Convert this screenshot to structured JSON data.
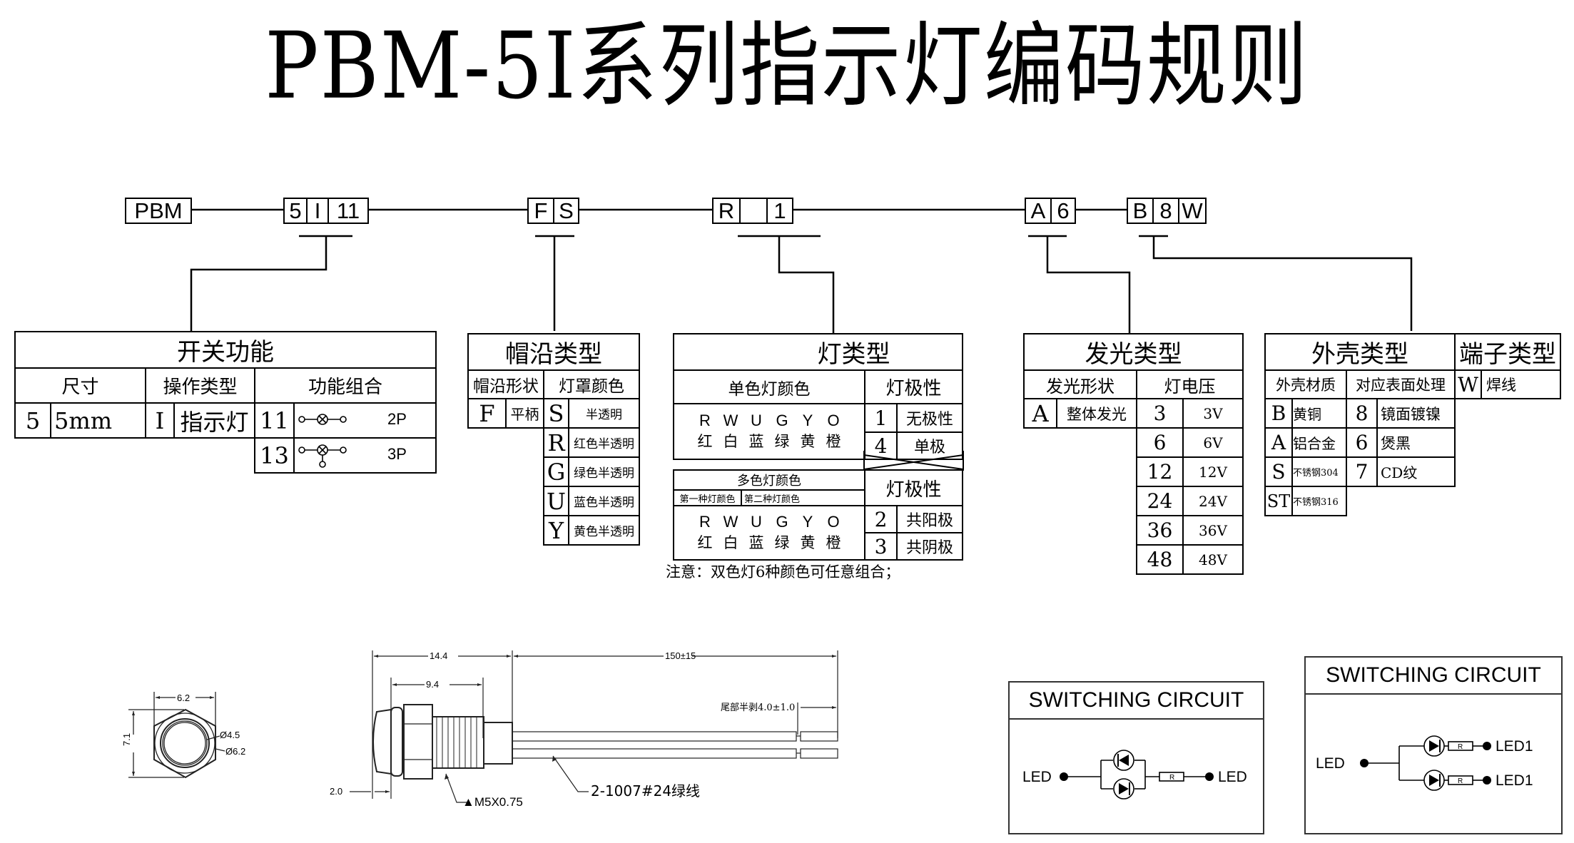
{
  "title": "PBM-5I系列指示灯编码规则",
  "code_row": {
    "groups": [
      {
        "name": "prefix",
        "cells": [
          "PBM"
        ]
      },
      {
        "name": "switch-function",
        "cells": [
          "5",
          "I",
          "11"
        ]
      },
      {
        "name": "cap-type",
        "cells": [
          "F",
          "S"
        ]
      },
      {
        "name": "lamp-type",
        "cells": [
          "R",
          "",
          "1"
        ]
      },
      {
        "name": "light-type",
        "cells": [
          "A",
          "6"
        ]
      },
      {
        "name": "housing-terminal",
        "cells": [
          "B",
          "8",
          "W"
        ]
      }
    ]
  },
  "switch_function": {
    "title": "开关功能",
    "headers": [
      "尺寸",
      "操作类型",
      "功能组合"
    ],
    "size": {
      "code": "5",
      "label": "5mm"
    },
    "operation": {
      "code": "I",
      "label": "指示灯"
    },
    "combos": [
      {
        "code": "11",
        "poles": "2P",
        "symbol": "lamp-2-terminal"
      },
      {
        "code": "13",
        "poles": "3P",
        "symbol": "lamp-3-terminal"
      }
    ]
  },
  "cap_type": {
    "title": "帽沿类型",
    "headers": [
      "帽沿形状",
      "灯罩颜色"
    ],
    "shape": {
      "code": "F",
      "label": "平柄"
    },
    "colors": [
      {
        "code": "S",
        "label": "半透明"
      },
      {
        "code": "R",
        "label": "红色半透明"
      },
      {
        "code": "G",
        "label": "绿色半透明"
      },
      {
        "code": "U",
        "label": "蓝色半透明"
      },
      {
        "code": "Y",
        "label": "黄色半透明"
      }
    ]
  },
  "lamp_type": {
    "title": "灯类型",
    "single": {
      "header": "单色灯颜色",
      "codes": [
        "R",
        "W",
        "U",
        "G",
        "Y",
        "O"
      ],
      "names": [
        "红",
        "白",
        "蓝",
        "绿",
        "黄",
        "橙"
      ],
      "polarity_header": "灯极性",
      "polarity": [
        {
          "code": "1",
          "label": "无极性"
        },
        {
          "code": "4",
          "label": "单极"
        }
      ]
    },
    "multi": {
      "header": "多色灯颜色",
      "sub_headers": [
        "第一种灯颜色",
        "第二种灯颜色"
      ],
      "codes": [
        "R",
        "W",
        "U",
        "G",
        "Y",
        "O"
      ],
      "names": [
        "红",
        "白",
        "蓝",
        "绿",
        "黄",
        "橙"
      ],
      "polarity_header": "灯极性",
      "polarity": [
        {
          "code": "2",
          "label": "共阳极"
        },
        {
          "code": "3",
          "label": "共阴极"
        }
      ]
    },
    "note": "注意：双色灯6种颜色可任意组合；"
  },
  "light_type": {
    "title": "发光类型",
    "headers": [
      "发光形状",
      "灯电压"
    ],
    "shape": {
      "code": "A",
      "label": "整体发光"
    },
    "voltages": [
      {
        "code": "3",
        "label": "3V"
      },
      {
        "code": "6",
        "label": "6V"
      },
      {
        "code": "12",
        "label": "12V"
      },
      {
        "code": "24",
        "label": "24V"
      },
      {
        "code": "36",
        "label": "36V"
      },
      {
        "code": "48",
        "label": "48V"
      }
    ]
  },
  "housing_type": {
    "title": "外壳类型",
    "headers": [
      "外壳材质",
      "对应表面处理"
    ],
    "materials": [
      {
        "code": "B",
        "label": "黄铜"
      },
      {
        "code": "A",
        "label": "铝合金"
      },
      {
        "code": "S",
        "label": "不锈钢304"
      },
      {
        "code": "ST",
        "label": "不锈钢316"
      }
    ],
    "finishes": [
      {
        "code": "8",
        "label": "镜面镀镍"
      },
      {
        "code": "6",
        "label": "煲黑"
      },
      {
        "code": "7",
        "label": "CD纹"
      }
    ]
  },
  "terminal_type": {
    "title": "端子类型",
    "items": [
      {
        "code": "W",
        "label": "焊线"
      }
    ]
  },
  "drawings": {
    "front_view": {
      "width": "6.2",
      "height": "7.1",
      "inner_dia": "Ø4.5",
      "outer_dia": "Ø6.2"
    },
    "side_view": {
      "overall": "14.4",
      "thread_len": "9.4",
      "wire_len": "150±15",
      "strip": "尾部半剥4.0±1.0",
      "cap": "2.0",
      "thread": "▲M5X0.75",
      "wire": "2-1007#24绿线"
    }
  },
  "circuits": [
    {
      "title": "SWITCHING CIRCUIT",
      "left": "LED",
      "right": "LED",
      "resistor": "R"
    },
    {
      "title": "SWITCHING CIRCUIT",
      "left": "LED",
      "out1": "LED1",
      "out2": "LED1",
      "resistor": "R"
    }
  ]
}
